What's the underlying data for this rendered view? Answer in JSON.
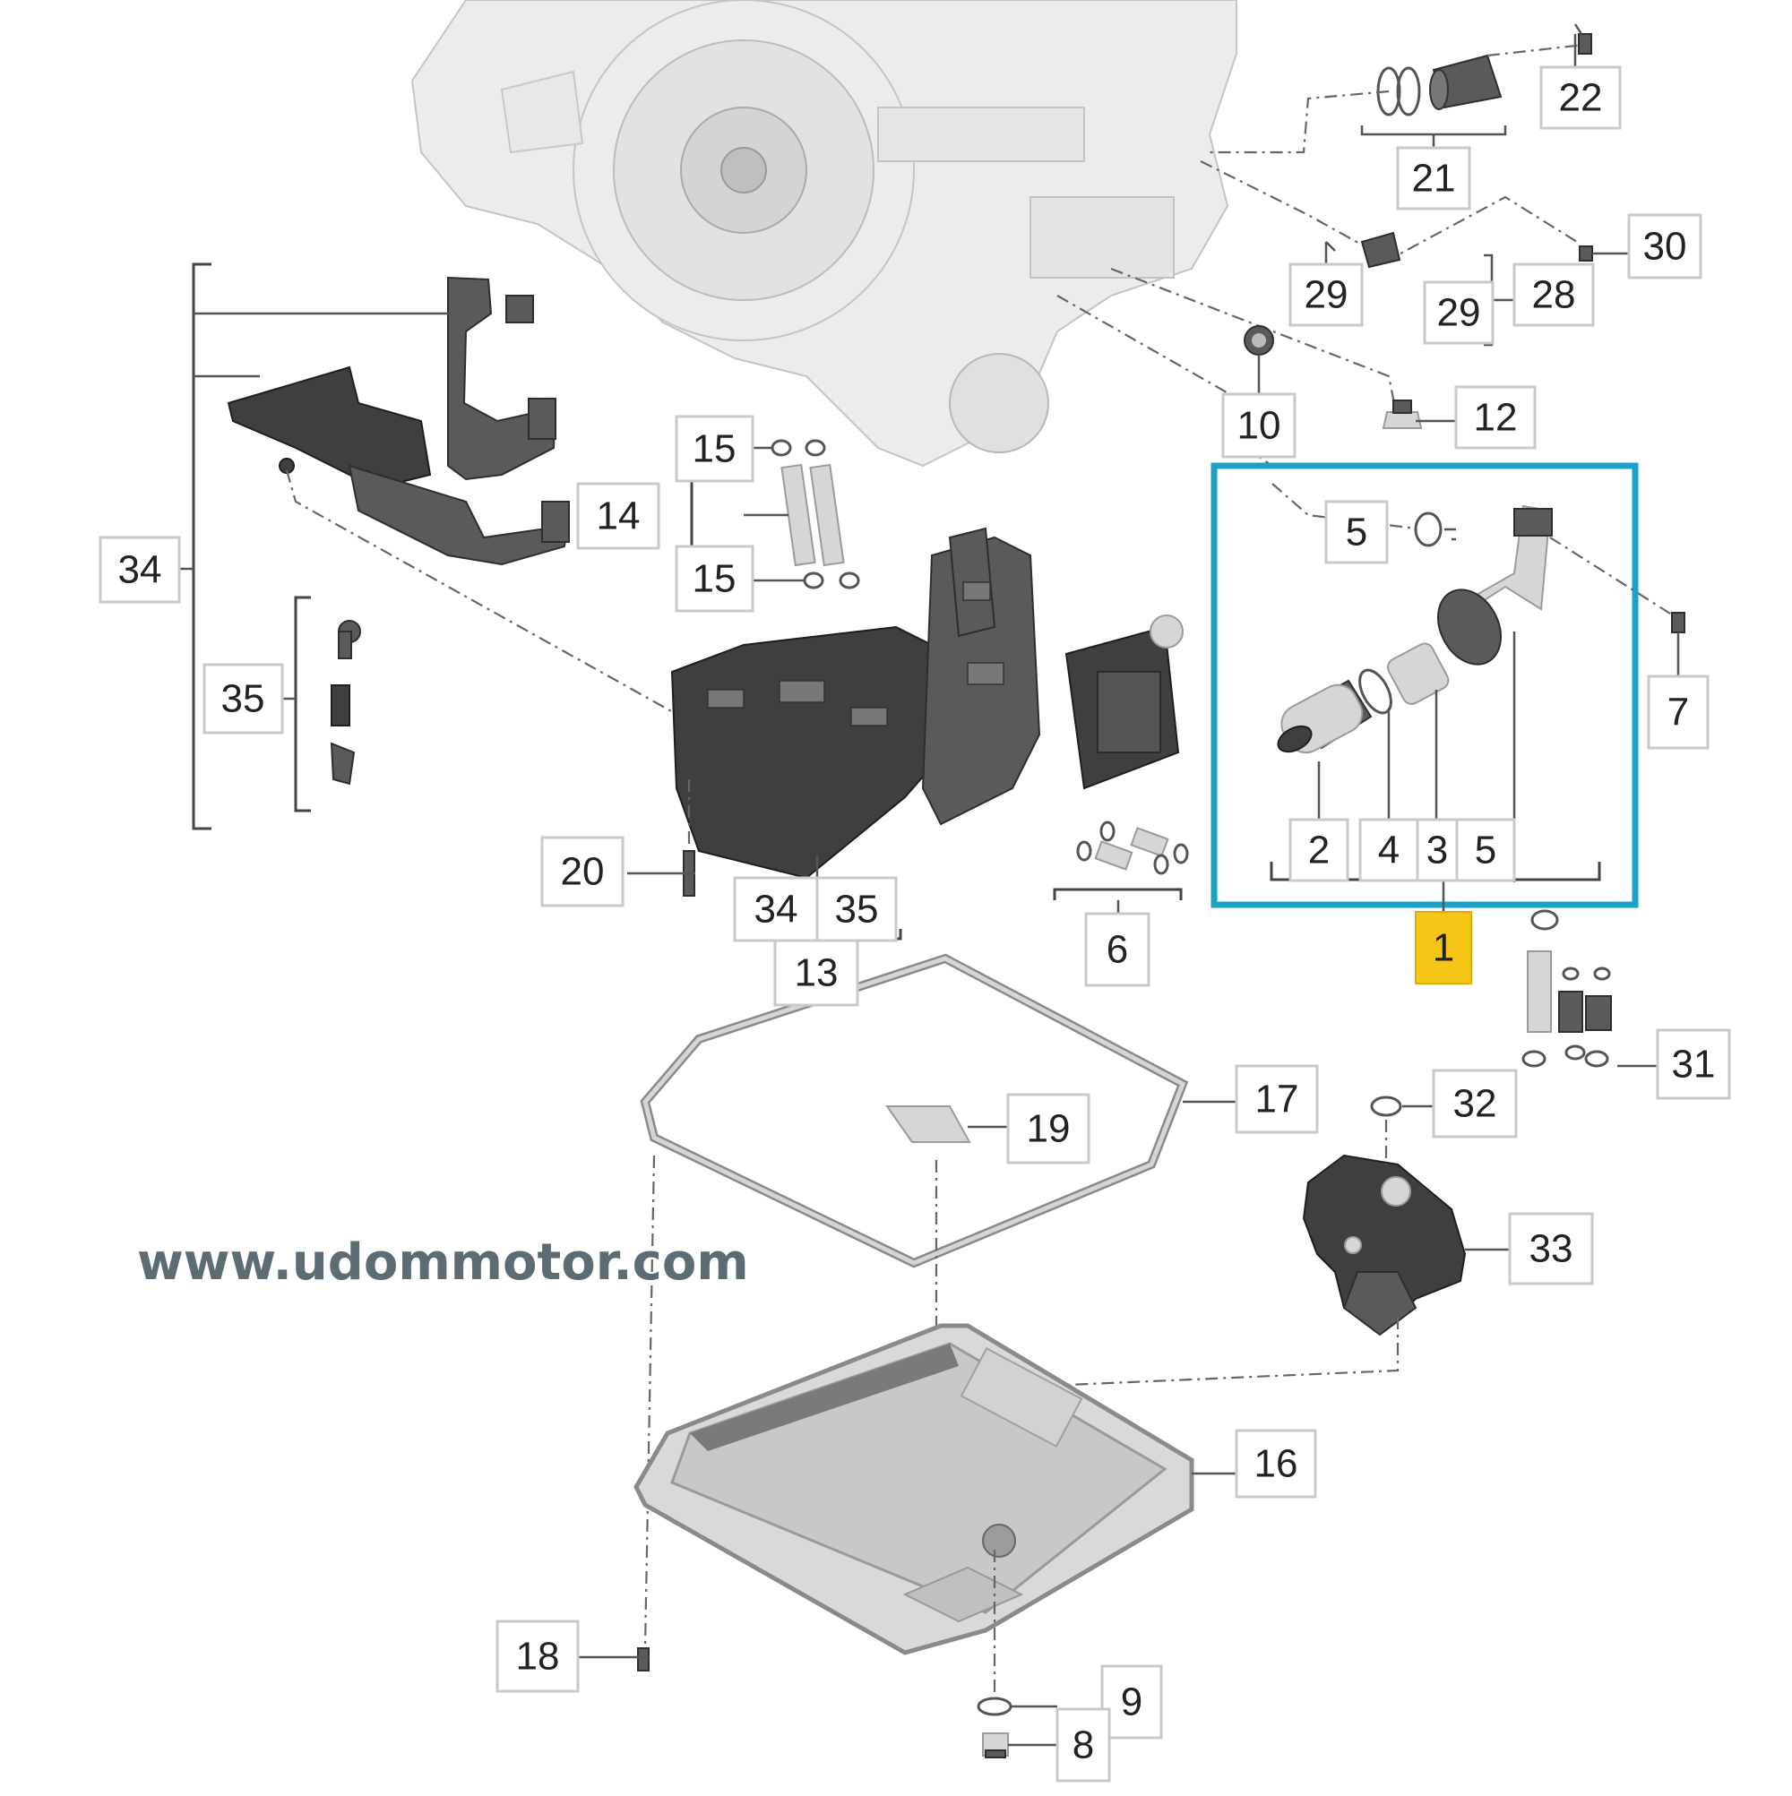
{
  "watermark": "www.udommotor.com",
  "colors": {
    "highlight_frame": "#1aa3c6",
    "highlight_callout": "#f5c518",
    "callout_border": "#c9c9c9",
    "part_dark": "#3f3f3f",
    "part_mid": "#5a5a5a",
    "part_light": "#d6d6d6",
    "watermark": "#5d6b73"
  },
  "callouts": {
    "c1": "1",
    "c2": "2",
    "c3": "3",
    "c4": "4",
    "c5a": "5",
    "c5b": "5",
    "c6": "6",
    "c7": "7",
    "c8": "8",
    "c9": "9",
    "c10": "10",
    "c12": "12",
    "c13": "13",
    "c14": "14",
    "c15a": "15",
    "c15b": "15",
    "c16": "16",
    "c17": "17",
    "c18": "18",
    "c19": "19",
    "c20": "20",
    "c21": "21",
    "c22": "22",
    "c28": "28",
    "c29a": "29",
    "c29b": "29",
    "c30": "30",
    "c31": "31",
    "c32": "32",
    "c33": "33",
    "c34a": "34",
    "c34b": "34",
    "c35a": "35",
    "c35b": "35"
  },
  "parts": {
    "transmission": "transmission-housing",
    "valve_body": "valve-body",
    "oil_pan": "oil-pan",
    "pan_gasket": "pan-gasket",
    "filter_assembly": "filter-assembly",
    "oil_filter": "oil-filter",
    "wiring_harness": "wiring-harness",
    "pump_module": "pump-module"
  }
}
